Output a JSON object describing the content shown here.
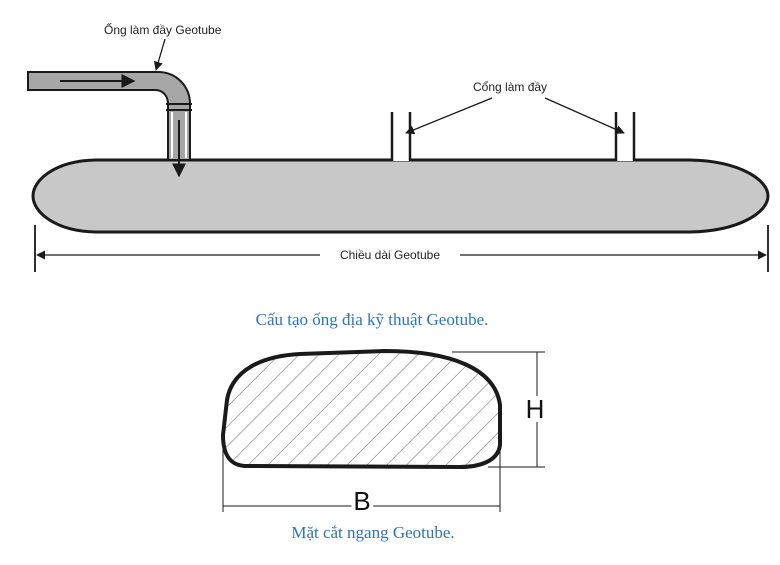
{
  "labels": {
    "fill_pipe": "Ống làm đầy Geotube",
    "fill_ports": "Cổng làm đầy",
    "length": "Chiều dài Geotube",
    "caption_structure": "Cấu tạo ống địa kỹ thuật Geotube.",
    "dim_h": "H",
    "dim_b": "B",
    "caption_section": "Mặt cắt ngang Geotube."
  },
  "colors": {
    "tube_fill": "#c8c8c8",
    "pipe_fill": "#a6a6a6",
    "outline": "#1a1a1a",
    "caption": "#2e75b6"
  }
}
